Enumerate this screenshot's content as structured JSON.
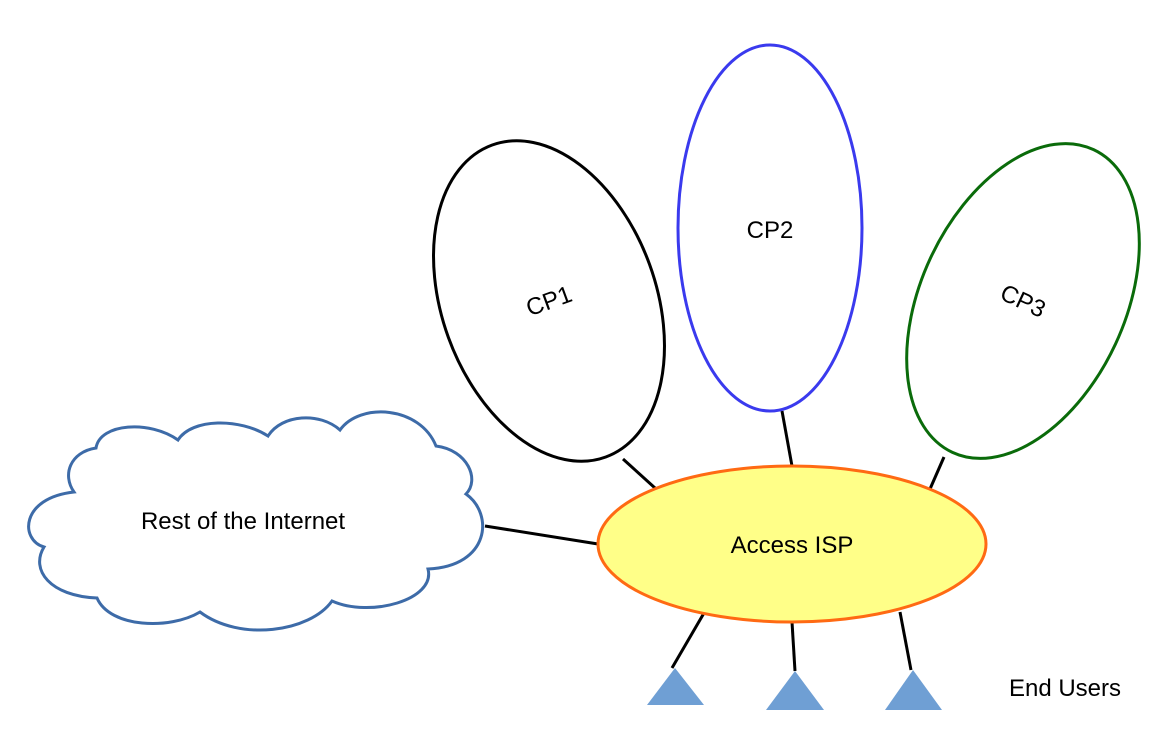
{
  "nodes": {
    "access_isp": {
      "label": "Access ISP",
      "fill": "#ffff88",
      "stroke": "#ff6a13"
    },
    "cp1": {
      "label": "CP1",
      "stroke": "#000000"
    },
    "cp2": {
      "label": "CP2",
      "stroke": "#3a3aee"
    },
    "cp3": {
      "label": "CP3",
      "stroke": "#0a6b0a"
    },
    "internet": {
      "label": "Rest of the Internet",
      "stroke": "#3d6ba8"
    }
  },
  "end_users": {
    "label": "End Users",
    "count": 3,
    "fill": "#6f9fd4"
  },
  "edges": [
    [
      "access_isp",
      "cp1"
    ],
    [
      "access_isp",
      "cp2"
    ],
    [
      "access_isp",
      "cp3"
    ],
    [
      "access_isp",
      "internet"
    ],
    [
      "access_isp",
      "end_user_1"
    ],
    [
      "access_isp",
      "end_user_2"
    ],
    [
      "access_isp",
      "end_user_3"
    ]
  ]
}
